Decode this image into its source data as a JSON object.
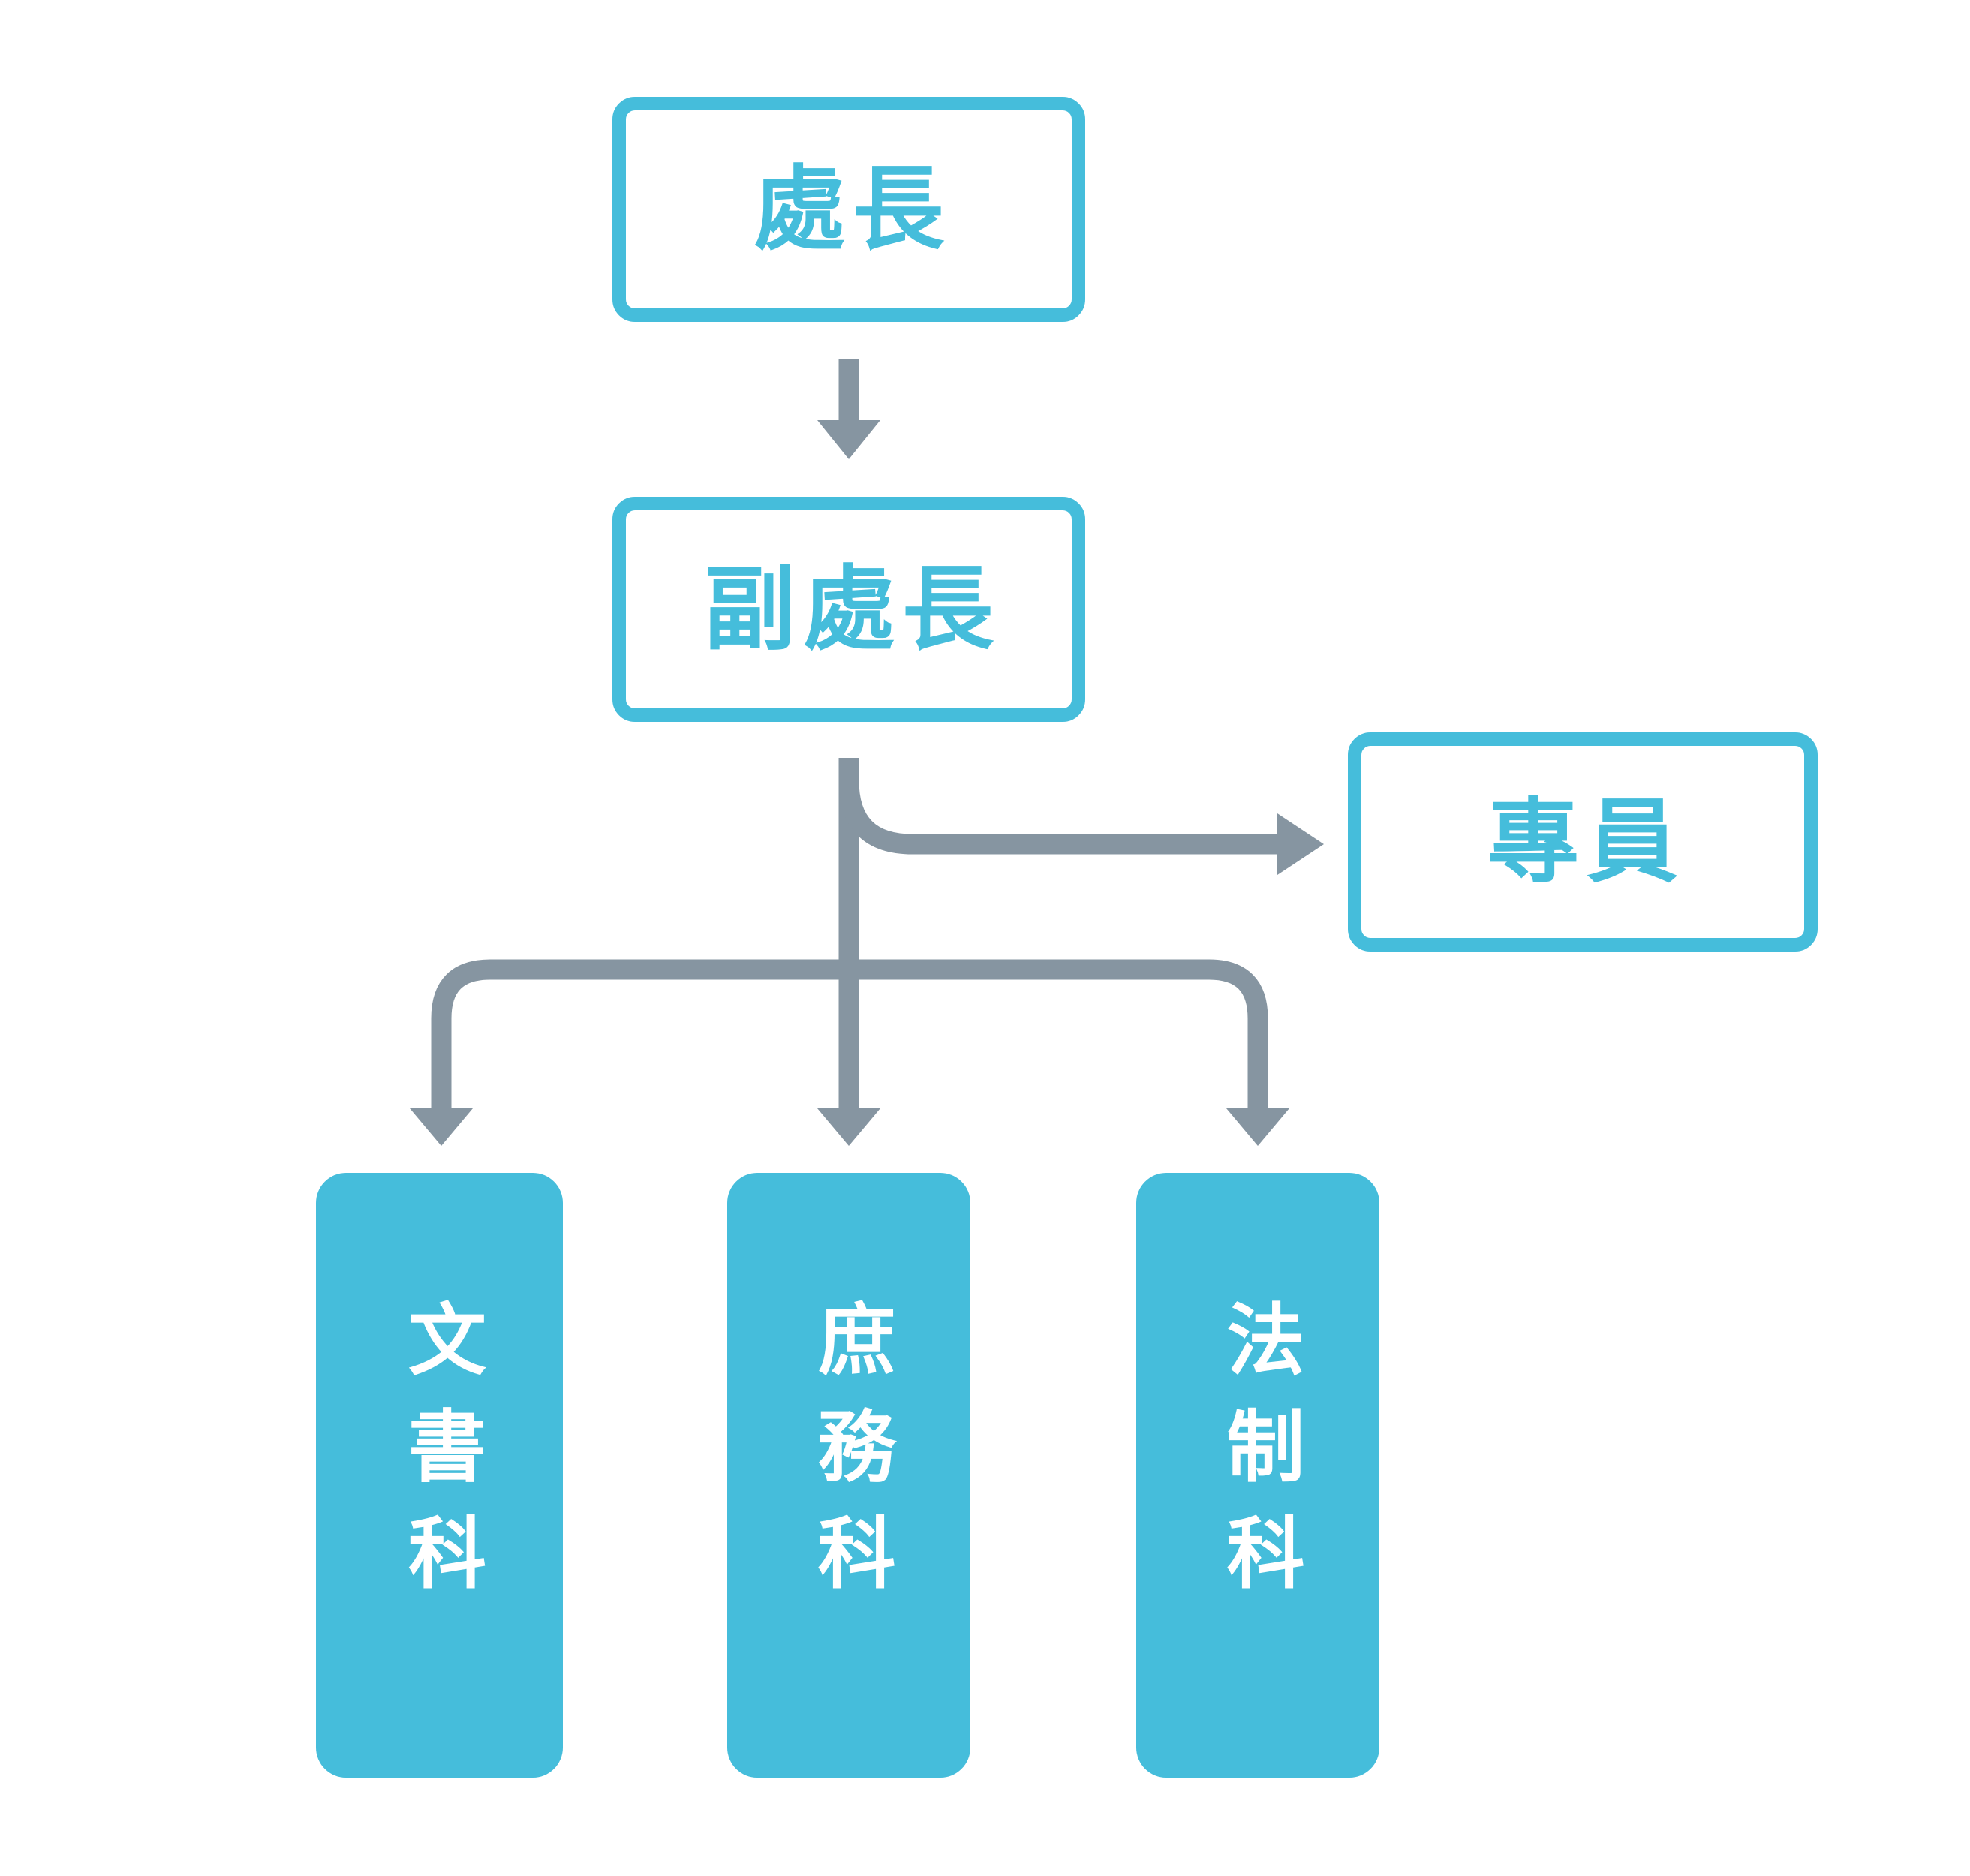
{
  "colors": {
    "accent": "#45BDDB",
    "connector": "#8695A1",
    "node_text_fill": "#FFFFFF",
    "background": "#FFFFFF"
  },
  "org_chart": {
    "nodes": {
      "director": {
        "label": "處長",
        "style": "outlined"
      },
      "deputy_director": {
        "label": "副處長",
        "style": "outlined"
      },
      "specialist": {
        "label": "專員",
        "style": "outlined"
      },
      "documents_section": {
        "label": "文書科",
        "style": "filled",
        "text_direction": "vertical"
      },
      "general_affairs_section": {
        "label": "庶務科",
        "style": "filled",
        "text_direction": "vertical"
      },
      "legal_section": {
        "label": "法制科",
        "style": "filled",
        "text_direction": "vertical"
      }
    },
    "edges": [
      {
        "from": "director",
        "to": "deputy_director",
        "arrow": "down"
      },
      {
        "from": "deputy_director",
        "to": "specialist",
        "arrow": "right"
      },
      {
        "from": "deputy_director",
        "to": "documents_section",
        "arrow": "down"
      },
      {
        "from": "deputy_director",
        "to": "general_affairs_section",
        "arrow": "down"
      },
      {
        "from": "deputy_director",
        "to": "legal_section",
        "arrow": "down"
      }
    ]
  }
}
